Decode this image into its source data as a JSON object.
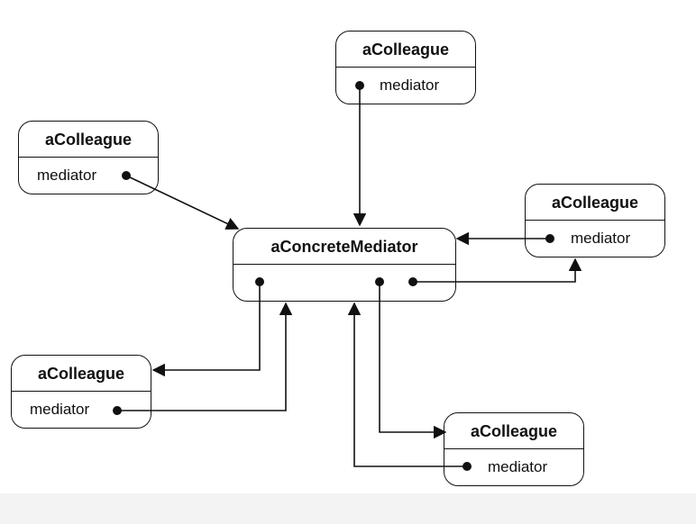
{
  "diagram": {
    "mediator": {
      "title": "aConcreteMediator"
    },
    "colleagues": [
      {
        "title": "aColleague",
        "field": "mediator"
      },
      {
        "title": "aColleague",
        "field": "mediator"
      },
      {
        "title": "aColleague",
        "field": "mediator"
      },
      {
        "title": "aColleague",
        "field": "mediator"
      },
      {
        "title": "aColleague",
        "field": "mediator"
      }
    ]
  },
  "colors": {
    "stroke": "#111111",
    "background": "#ffffff",
    "footer": "#f3f3f3"
  }
}
